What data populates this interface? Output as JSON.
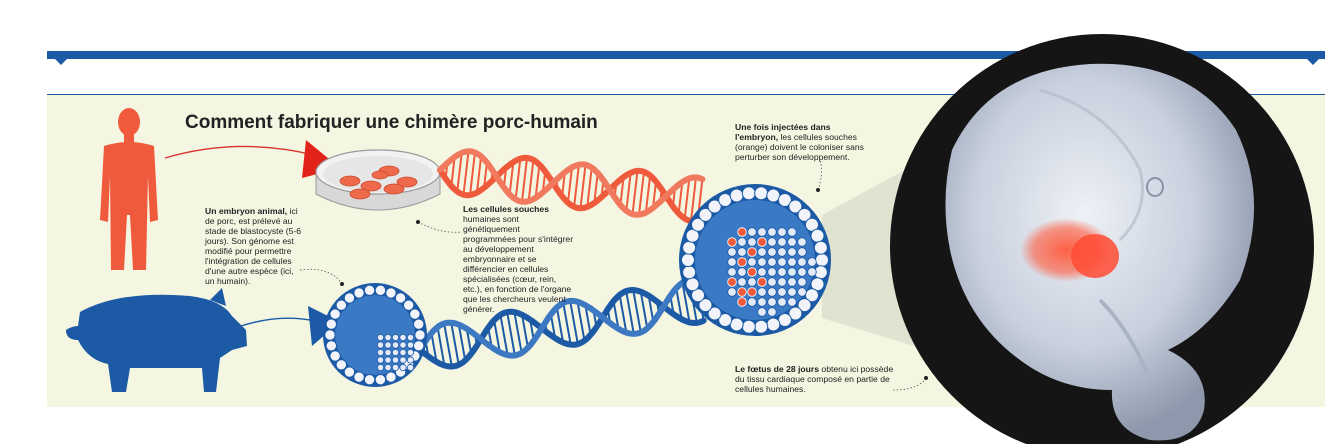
{
  "title": "Comment fabriquer une chimère porc-humain",
  "annotations": {
    "embryo": {
      "bold": "Un embryon animal,",
      "rest": " ici de porc, est prélevé au stade de blastocyste (5-6 jours). Son génome est modifié pour permettre l'intégration de cellules d'une autre espèce (ici, un humain)."
    },
    "stem_cells": {
      "bold": "Les cellules souches",
      "rest": " humaines sont génétiquement programmées pour s'intégrer au développement embryonnaire et se différencier en cellules spécialisées (cœur, rein, etc.), en fonction de l'organe que les chercheurs veulent générer."
    },
    "injected": {
      "bold": "Une fois injectées dans l'embryon,",
      "rest": " les cellules souches (orange) doivent le coloniser sans perturber son développement."
    },
    "fetus": {
      "bold": "Le fœtus de 28 jours",
      "rest": " obtenu ici possède du tissu cardiaque composé en partie de cellules humaines."
    }
  },
  "colors": {
    "human": "#ef5a3c",
    "pig": "#1c5aa6",
    "panel": "#f4f6e2",
    "stripe": "#1c5aa6"
  },
  "icons": [
    "human-silhouette-icon",
    "pig-silhouette-icon",
    "petri-dish-icon",
    "dna-helix-icon",
    "blastocyst-icon",
    "fetus-photo"
  ]
}
